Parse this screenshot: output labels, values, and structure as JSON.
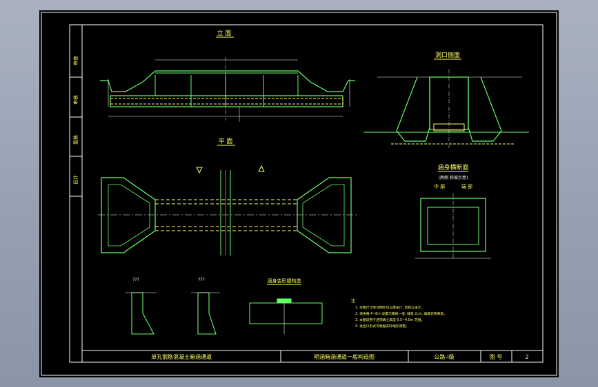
{
  "drawing": {
    "side_labels": [
      "审查",
      "审核",
      "复核",
      "设计"
    ],
    "elevation_title": "立 面",
    "plan_title": "平 面",
    "section_title": "洞口侧面",
    "culvert_section_title": "涵身横断面",
    "culvert_section_note": "(两侧  斜坡示意)",
    "mid_label": "中 部",
    "end_label": "端 部",
    "wall_label_a": "???",
    "wall_label_b": "???",
    "joint_title": "涵身变形缝构造",
    "notes_title": "注",
    "notes": [
      "1. 本图尺寸除注明外均以厘米计, 高程以米计。",
      "2. 涵身每 4~6m 设置沉降缝一道, 缝宽 2cm, 填塞沥青麻絮。",
      "3. 本图适用于涵顶填土高度 0.5~4.0m 范围。",
      "4. 进出口形式可根据实际地形调整。"
    ],
    "title_block": {
      "project": "单孔钢筋混凝土箱涵通道",
      "drawing_name": "明涵箱涵通道一般构造图",
      "grade": "公路-Ⅰ级",
      "sheet_label": "图 号",
      "sheet_no": "2"
    }
  },
  "colors": {
    "background": "#000000",
    "frame": "#ffffff",
    "structure": "#66ff66",
    "dimension": "#ffffff",
    "hidden": "#ffff66"
  }
}
